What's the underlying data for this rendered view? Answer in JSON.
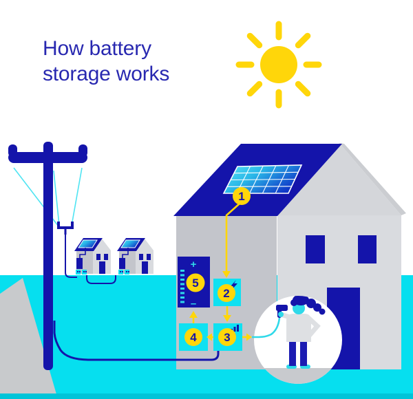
{
  "title": {
    "line1": "How battery",
    "line2": "storage works"
  },
  "flow": {
    "badges": [
      {
        "id": 1,
        "label": "1"
      },
      {
        "id": 2,
        "label": "2"
      },
      {
        "id": 3,
        "label": "3"
      },
      {
        "id": 4,
        "label": "4"
      },
      {
        "id": 5,
        "label": "5"
      }
    ]
  },
  "battery_unit": {
    "plus": "+",
    "minus": "–"
  },
  "icons": {
    "sun": "sun-icon",
    "lightning": "lightning-icon",
    "chart_bars": "chart-bars-icon",
    "hair_dryer": "hair-dryer-icon"
  },
  "colors": {
    "brand_blue": "#1414AA",
    "title_blue": "#2828B0",
    "ground_cyan": "#06DFEF",
    "ground_strip": "#00C4D8",
    "box_cyan": "#0FE1F1",
    "wire_cyan": "#4FE4F2",
    "skin_cyan": "#2FD9E9",
    "yellow": "#FFD60A",
    "wall_light": "#D9DBDF",
    "wall_shade": "#C3C5CB",
    "gable_gray": "#D4D6DA",
    "path_gray": "#C8CACC"
  }
}
